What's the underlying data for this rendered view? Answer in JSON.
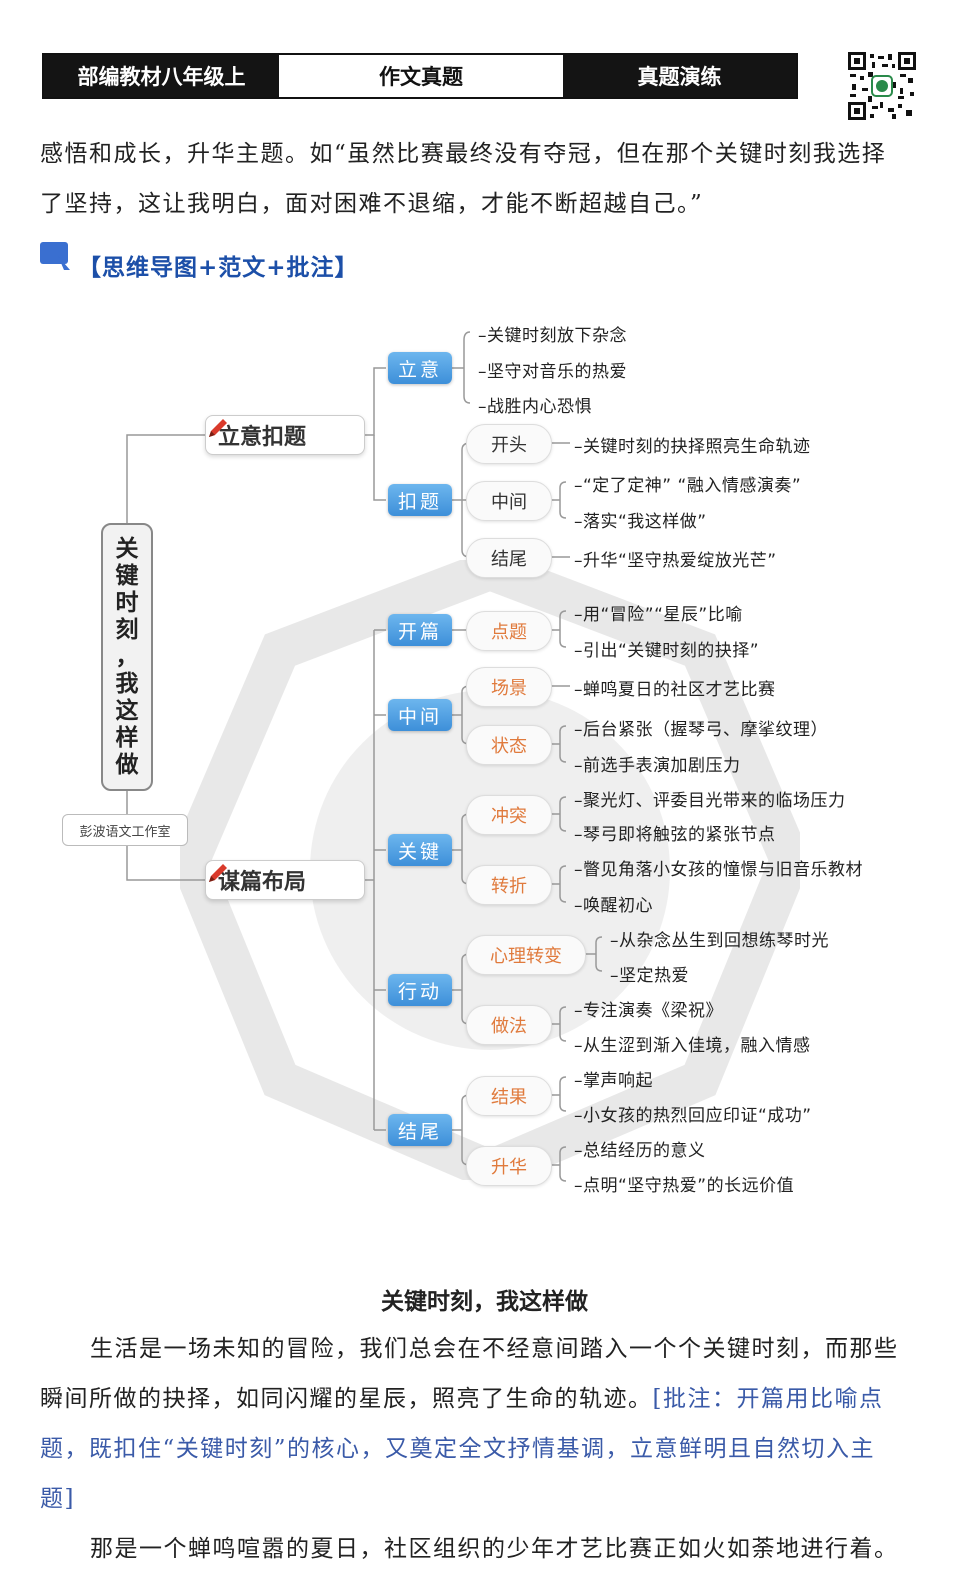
{
  "header": {
    "left": "部编教材八年级上",
    "middle": "作文真题",
    "right": "真题演练"
  },
  "intro_lines": [
    "感悟和成长，升华主题。如“虽然比赛最终没有夺冠，但在那个关键时刻我选择",
    "了坚持，这让我明白，面对困难不退缩，才能不断超越自己。”"
  ],
  "section_title": "【思维导图+范文+批注】",
  "mindmap": {
    "root": [
      "关",
      "键",
      "时",
      "刻",
      "，",
      "我",
      "这",
      "样",
      "做"
    ],
    "author": "彭波语文工作室",
    "branch1": "立意扣题",
    "branch2": "谋篇布局",
    "l2": [
      "立意",
      "扣题",
      "开篇",
      "中间",
      "关键",
      "行动",
      "结尾"
    ],
    "l3": [
      "开头",
      "中间",
      "结尾",
      "点题",
      "场景",
      "状态",
      "冲突",
      "转折",
      "心理转变",
      "做法",
      "结果",
      "升华"
    ],
    "leaves": [
      "–关键时刻放下杂念",
      "–坚守对音乐的热爱",
      "–战胜内心恐惧",
      "–关键时刻的抉择照亮生命轨迹",
      "–“定了定神” “融入情感演奏”",
      "–落实“我这样做”",
      "–升华“坚守热爱绽放光芒”",
      "–用“冒险”“星辰”比喻",
      "–引出“关键时刻的抉择”",
      "–蝉鸣夏日的社区才艺比赛",
      "–后台紧张（握琴弓、摩挲纹理）",
      "–前选手表演加剧压力",
      "–聚光灯、评委目光带来的临场压力",
      "–琴弓即将触弦的紧张节点",
      "–瞥见角落小女孩的憧憬与旧音乐教材",
      "–唤醒初心",
      "–从杂念丛生到回想练琴时光",
      "–坚定热爱",
      "–专注演奏《梁祝》",
      "–从生涩到渐入佳境，融入情感",
      "–掌声响起",
      "–小女孩的热烈回应印证“成功”",
      "–总结经历的意义",
      "–点明“坚守热爱”的长远价值"
    ]
  },
  "essay": {
    "title": "关键时刻，我这样做",
    "p1_line1": "生活是一场未知的冒险，我们总会在不经意间踏入一个个关键时刻，而那些",
    "p1_line2_a": "瞬间所做的抉择，如同闪耀的星辰，照亮了生命的轨迹。",
    "p1_line2_b": "[批注：开篇用比喻点",
    "p1_line3": "题，既扣住“关键时刻”的核心，又奠定全文抒情基调，立意鲜明且自然切入主",
    "p1_line4": "题]",
    "p2_line1": "那是一个蝉鸣喧嚣的夏日，社区组织的少年才艺比赛正如火如荼地进行着。"
  },
  "colors": {
    "blue_tag": "#3d8fd9",
    "orange_text": "#e07a3c",
    "note_blue": "#3a5aa8",
    "title_blue": "#1c4fa8"
  }
}
